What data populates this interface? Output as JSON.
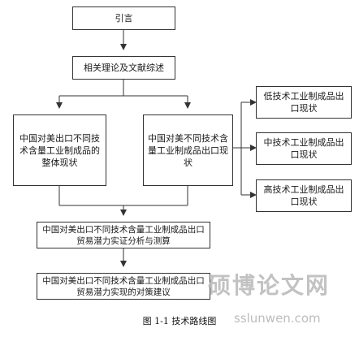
{
  "nodes": {
    "intro": "引言",
    "review": "相关理论及文献综述",
    "overall": "中国对美出口不同技术含量工业制成品的整体现状",
    "by_tech": "中国对美不同技术含量工业制成品出口现状",
    "low": "低技术工业制成品出口现状",
    "mid": "中技术工业制成品出口现状",
    "high": "高技术工业制成品出口现状",
    "empirical": "中国对美出口不同技术含量工业制成品出口贸易潜力实证分析与测算",
    "policy": "中国对美出口不同技术含量工业制成品出口贸易潜力实现的对策建议"
  },
  "caption": "图 1-1  技术路线图",
  "watermark": {
    "text": "硕博论文网",
    "url": "sslunwen.com"
  }
}
